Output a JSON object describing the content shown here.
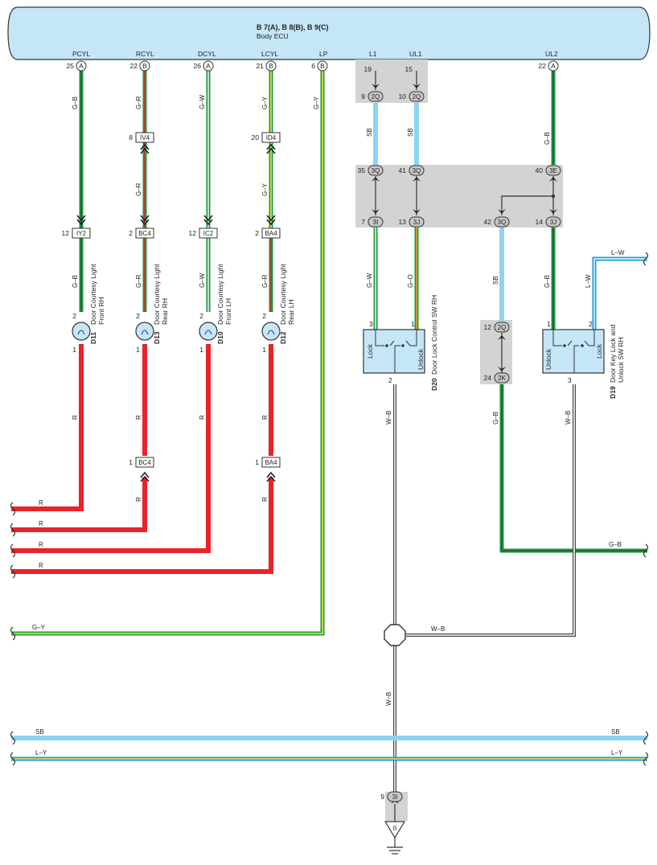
{
  "ecu": {
    "title": "B 7(A), B 8(B), B 9(C)",
    "subtitle": "Body ECU"
  },
  "terminals": {
    "pcyl": {
      "name": "PCYL",
      "pin": "25",
      "conn": "A"
    },
    "rcyl": {
      "name": "RCYL",
      "pin": "22",
      "conn": "B"
    },
    "dcyl": {
      "name": "DCYL",
      "pin": "26",
      "conn": "A"
    },
    "lcyl": {
      "name": "LCYL",
      "pin": "21",
      "conn": "B"
    },
    "lp": {
      "name": "LP",
      "pin": "6",
      "conn": "B"
    },
    "l1": {
      "name": "L1",
      "pin": "19"
    },
    "ul1": {
      "name": "UL1",
      "pin": "15"
    },
    "ul2": {
      "name": "UL2",
      "pin": "22",
      "conn": "A"
    }
  },
  "wires": {
    "gb": "G–B",
    "gr": "G–R",
    "gw": "G–W",
    "gy": "G–Y",
    "r": "R",
    "sb": "SB",
    "go": "G–O",
    "lw": "L–W",
    "wb": "W–B",
    "ly": "L–Y"
  },
  "connectors": {
    "iv4": {
      "code": "IV4",
      "pin": "8"
    },
    "id4": {
      "code": "ID4",
      "pin": "20"
    },
    "iy2": {
      "code": "IY2",
      "pin": "12"
    },
    "bc4": {
      "code": "BC4",
      "pin": "2"
    },
    "ic2": {
      "code": "IC2",
      "pin": "12"
    },
    "ba4": {
      "code": "BA4",
      "pin": "2"
    },
    "bc4b": {
      "code": "BC4",
      "pin": "1"
    },
    "ba4b": {
      "code": "BA4",
      "pin": "1"
    },
    "c2q_9": {
      "code": "2Q",
      "pin": "9"
    },
    "c2q_10": {
      "code": "2Q",
      "pin": "10"
    },
    "c3q_35": {
      "code": "3Q",
      "pin": "35"
    },
    "c3q_41": {
      "code": "3Q",
      "pin": "41"
    },
    "c3e_40": {
      "code": "3E",
      "pin": "40"
    },
    "c3i_7": {
      "code": "3I",
      "pin": "7"
    },
    "c3j_13": {
      "code": "3J",
      "pin": "13"
    },
    "c3q_42": {
      "code": "3Q",
      "pin": "42"
    },
    "c3j_14": {
      "code": "3J",
      "pin": "14"
    },
    "c2q_12": {
      "code": "2Q",
      "pin": "12"
    },
    "c2k_24": {
      "code": "2K",
      "pin": "24"
    },
    "c3i_9": {
      "code": "3I",
      "pin": "9"
    }
  },
  "components": {
    "d11": {
      "code": "D11",
      "line1": "Door Courtesy Light",
      "line2": "Front RH"
    },
    "d13": {
      "code": "D13",
      "line1": "Door Courtesy Light",
      "line2": "Rear RH"
    },
    "d10": {
      "code": "D10",
      "line1": "Door Courtesy Light",
      "line2": "Front LH"
    },
    "d12": {
      "code": "D12",
      "line1": "Door Courtesy Light",
      "line2": "Rear LH"
    },
    "d20": {
      "code": "D20",
      "line1": "Door Lock Control SW RH",
      "lock": "Lock",
      "unlock": "Unlock"
    },
    "d19": {
      "code": "D19",
      "line1": "Door Key Lock and",
      "line2": "Unlock SW RH",
      "lock": "Lock",
      "unlock": "Unlock"
    }
  },
  "pins": {
    "p1": "1",
    "p2": "2",
    "p3": "3"
  },
  "ground": {
    "label": "II"
  },
  "colors": {
    "ecu_fill": "#c5e6f7",
    "red": "#e8232a",
    "green": "#1a9b3c",
    "sb": "#8dd4f2",
    "yellow": "#f3e24a",
    "blue_lw": "#1a9cd8",
    "gray_box": "#d3d3d3",
    "switch_fill": "#c5e6f7"
  }
}
